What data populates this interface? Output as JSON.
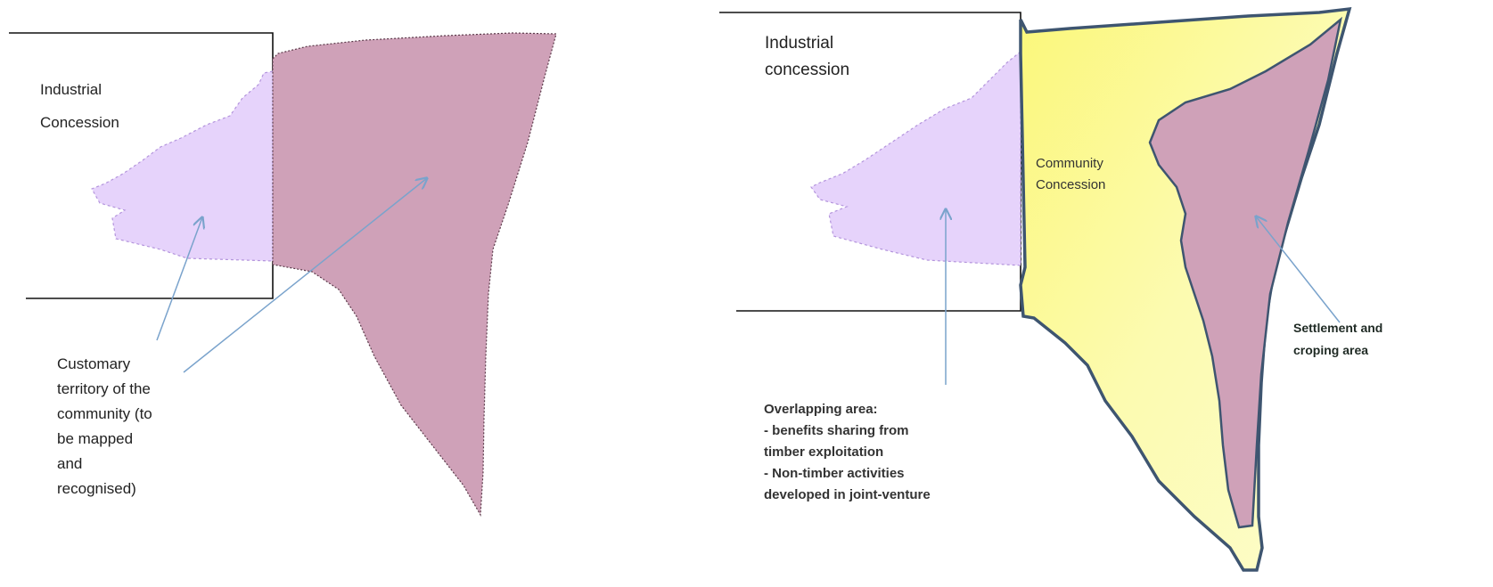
{
  "left_panel": {
    "industrial_label": [
      "Industrial",
      "Concession"
    ],
    "customary_label": [
      "Customary",
      "territory of the",
      "community (to",
      "be mapped",
      "and",
      "recognised)"
    ]
  },
  "right_panel": {
    "industrial_label": [
      "Industrial",
      "concession"
    ],
    "community_label": [
      "Community",
      "Concession"
    ],
    "settlement_label": [
      "Settlement and",
      "croping area"
    ],
    "overlap_label": [
      "Overlapping area:",
      "- benefits sharing from",
      "timber exploitation",
      "- Non-timber  activities",
      "developed in joint-venture"
    ]
  },
  "colors": {
    "overlap_fill": "#e6d3fb",
    "territory_fill": "#cfa1b8",
    "community_fill": "#fbfa9e",
    "arrow": "#7aa3cc",
    "outline": "#3e5570"
  }
}
